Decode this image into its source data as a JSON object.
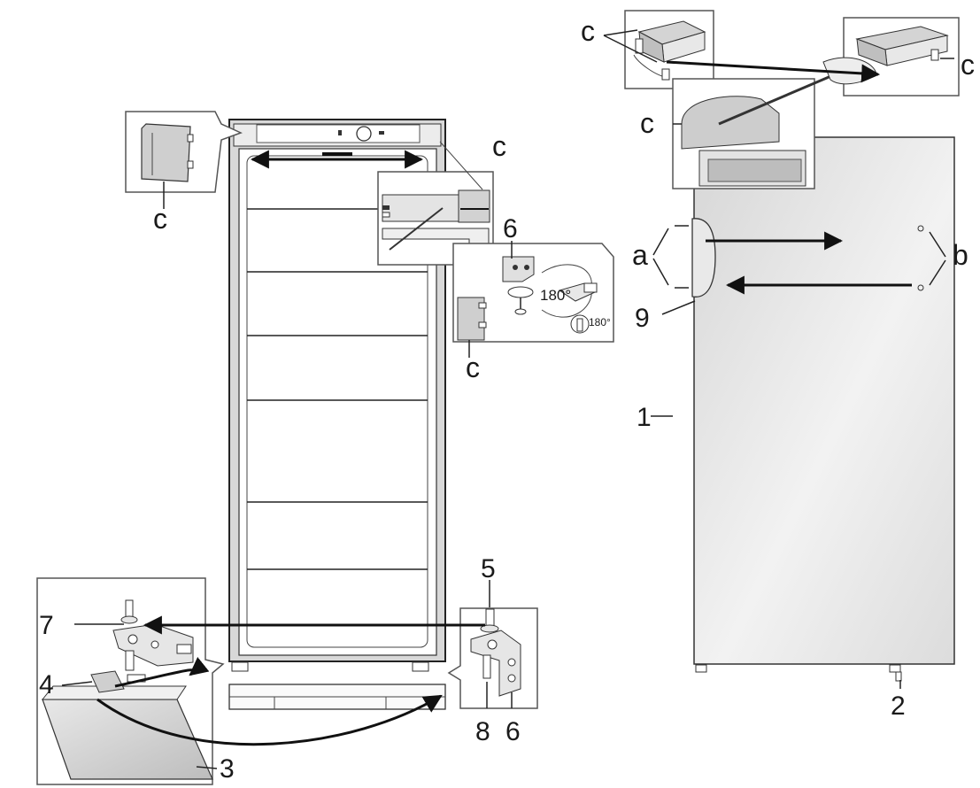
{
  "colors": {
    "line": "#222222",
    "panel": "#dcdcdc",
    "door": "#e6e6e6",
    "background": "#ffffff"
  },
  "labels": {
    "c": "c",
    "a": "a",
    "b": "b",
    "n1": "1",
    "n2": "2",
    "n3": "3",
    "n4": "4",
    "n5": "5",
    "n6": "6",
    "n7": "7",
    "n8": "8",
    "n9": "9",
    "deg180": "180°"
  }
}
